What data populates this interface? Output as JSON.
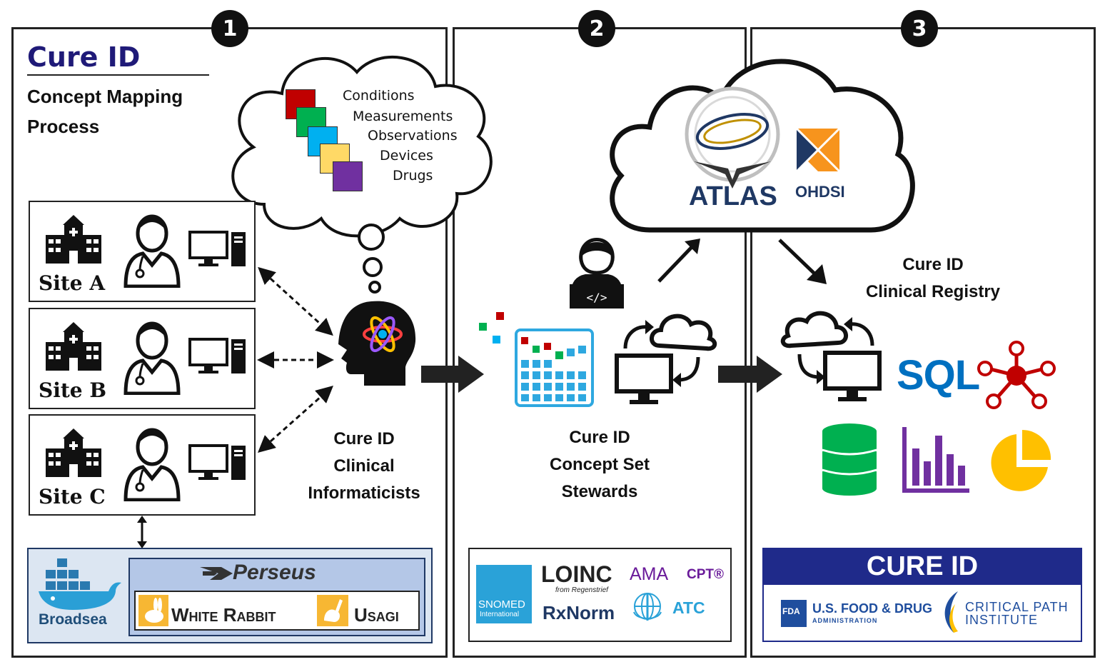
{
  "steps": [
    "1",
    "2",
    "3"
  ],
  "panel1": {
    "title": "Cure ID",
    "subtitle_line1": "Concept Mapping",
    "subtitle_line2": "Process",
    "categories": [
      "Conditions",
      "Measurements",
      "Observations",
      "Devices",
      "Drugs"
    ],
    "category_colors": [
      "#c00000",
      "#00b050",
      "#00b0f0",
      "#ffd966",
      "#7030a0"
    ],
    "sites": [
      "Site A",
      "Site B",
      "Site C"
    ],
    "caption": [
      "Cure ID",
      "Clinical",
      "Informaticists"
    ],
    "tools": {
      "broadsea": "Broadsea",
      "perseus": "Perseus",
      "white_rabbit": "White Rabbit",
      "usagi": "Usagi"
    }
  },
  "panel2": {
    "caption": [
      "Cure ID",
      "Concept Set",
      "Stewards"
    ],
    "vocab": {
      "snomed": "SNOMED",
      "snomed_sub": "International",
      "loinc": "LOINC",
      "loinc_sub": "from Regenstrief",
      "ama": "AMA",
      "cpt": "CPT®",
      "rxnorm": "RxNorm",
      "atc": "ATC"
    }
  },
  "panel3": {
    "cloud_atlas": "ATLAS",
    "cloud_ohdsi": "OHDSI",
    "caption": [
      "Cure ID",
      "Clinical Registry"
    ],
    "sql": "SQL",
    "banner_title": "CURE ID",
    "fda_badge": "FDA",
    "fda_line1": "U.S. FOOD & DRUG",
    "fda_line2": "ADMINISTRATION",
    "cpath_line1": "CRITICAL PATH",
    "cpath_line2": "INSTITUTE"
  },
  "colors": {
    "brand_navy": "#1f1a78",
    "tools_bg": "#dce6f2",
    "tools_border": "#1f3864",
    "perseus_bg": "#b4c7e7",
    "sql_blue": "#0070c0",
    "registry_green": "#00b050",
    "registry_purple": "#7030a0",
    "registry_yellow": "#ffc000",
    "network_red": "#c00000",
    "banner_navy": "#1f2a8a"
  }
}
